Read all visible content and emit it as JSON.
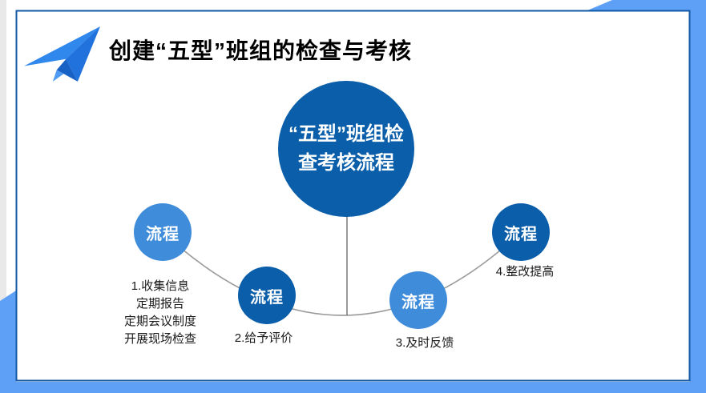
{
  "slide": {
    "title": "创建“五型”班组的检查与考核",
    "header_icon": "paper-plane-icon"
  },
  "diagram": {
    "center_circle": {
      "text": "“五型”班组检\n查考核流程"
    },
    "nodes": [
      {
        "label": "流程",
        "note": "1.收集信息\n定期报告\n定期会议制度\n开展现场检查"
      },
      {
        "label": "流程",
        "note": "2.给予评价"
      },
      {
        "label": "流程",
        "note": "3.及时反馈"
      },
      {
        "label": "流程",
        "note": "4.整改提高"
      }
    ]
  },
  "colors": {
    "dark_circle": "#0B5EA9",
    "light_circle": "#3F8CDA",
    "frame_border": "#1159A5",
    "frame_band": "#5EA0F6",
    "arc_connector": "#9C9C9C",
    "vertical_connector": "#6E6E6E",
    "title_text": "#000000",
    "circle_text": "#FFFFFF"
  }
}
